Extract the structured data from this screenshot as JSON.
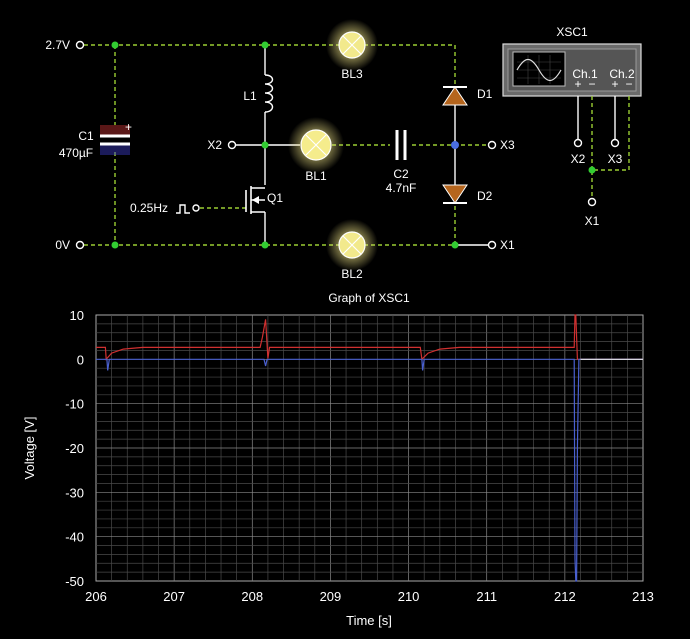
{
  "circuit": {
    "supply_label": "2.7V",
    "ground_label": "0V",
    "source_label": "0.25Hz",
    "capacitor_c1": {
      "name": "C1",
      "value": "470µF"
    },
    "capacitor_c2": {
      "name": "C2",
      "value": "4.7nF"
    },
    "inductor": {
      "name": "L1"
    },
    "transistor": {
      "name": "Q1"
    },
    "lamps": {
      "bl1": "BL1",
      "bl2": "BL2",
      "bl3": "BL3"
    },
    "diodes": {
      "d1": "D1",
      "d2": "D2"
    },
    "ports": {
      "x1": "X1",
      "x2": "X2",
      "x3": "X3"
    },
    "scope": {
      "title": "XSC1",
      "ch1": "Ch.1",
      "ch2": "Ch.2",
      "plus": "+",
      "minus": "−",
      "in_x2": "X2",
      "in_x3": "X3",
      "in_x1": "X1"
    },
    "colors": {
      "node": "#32cd32",
      "wire": "#ffffff",
      "lamp": "#fff59d",
      "diode": "#b5651d",
      "c1_plus": "#c83232",
      "c1_minus": "#3c3cc8"
    }
  },
  "chart_data": {
    "type": "line",
    "title": "Graph of XSC1",
    "xlabel": "Time [s]",
    "ylabel": "Voltage [V]",
    "xlim": [
      206,
      213
    ],
    "ylim": [
      -50,
      10
    ],
    "xticks": [
      "206",
      "207",
      "208",
      "209",
      "210",
      "211",
      "212",
      "213"
    ],
    "yticks": [
      "10",
      "0",
      "-10",
      "-20",
      "-30",
      "-40",
      "-50"
    ],
    "grid": true,
    "series": [
      {
        "color": "#d03030",
        "points": [
          [
            206.0,
            2.7
          ],
          [
            206.12,
            2.7
          ],
          [
            206.13,
            0.0
          ],
          [
            206.2,
            1.4
          ],
          [
            206.35,
            2.3
          ],
          [
            206.6,
            2.7
          ],
          [
            208.1,
            2.7
          ],
          [
            208.13,
            5.0
          ],
          [
            208.17,
            9.0
          ],
          [
            208.2,
            0.2
          ],
          [
            208.22,
            2.7
          ],
          [
            210.15,
            2.7
          ],
          [
            210.17,
            0.0
          ],
          [
            210.25,
            1.4
          ],
          [
            210.4,
            2.3
          ],
          [
            210.65,
            2.7
          ],
          [
            212.12,
            2.7
          ],
          [
            212.13,
            10.0
          ],
          [
            212.14,
            10.0
          ],
          [
            212.16,
            0.0
          ],
          [
            213.0,
            0.0
          ]
        ]
      },
      {
        "color": "#4a60d0",
        "points": [
          [
            206.0,
            0.0
          ],
          [
            206.14,
            0.0
          ],
          [
            206.15,
            -2.5
          ],
          [
            206.17,
            0.0
          ],
          [
            208.15,
            0.0
          ],
          [
            208.17,
            -1.5
          ],
          [
            208.19,
            0.0
          ],
          [
            210.17,
            0.0
          ],
          [
            210.18,
            -2.5
          ],
          [
            210.2,
            0.0
          ],
          [
            212.12,
            0.0
          ],
          [
            212.13,
            -45.0
          ],
          [
            212.14,
            -50.0
          ],
          [
            212.15,
            -50.0
          ],
          [
            212.16,
            -20.0
          ],
          [
            212.18,
            0.0
          ],
          [
            213.0,
            0.0
          ]
        ]
      },
      {
        "color": "#e8e8e8",
        "points": [
          [
            212.2,
            0.0
          ],
          [
            213.0,
            0.0
          ]
        ]
      }
    ]
  }
}
